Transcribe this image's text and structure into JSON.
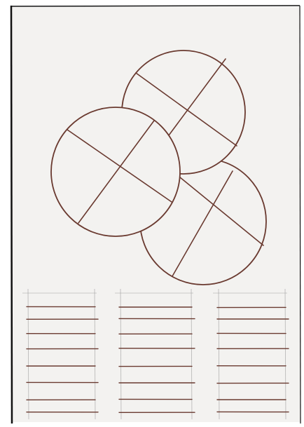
{
  "drawing": {
    "kind": "pencil-and-ink sketch on paper",
    "paper_color": "#f3f2f0",
    "ink_color": "#6a3a30",
    "pencil_color": "#9a9a9a",
    "border_color": "#111111",
    "circles_count": 3,
    "line_groups_count": 3,
    "lines_per_group": 8
  }
}
